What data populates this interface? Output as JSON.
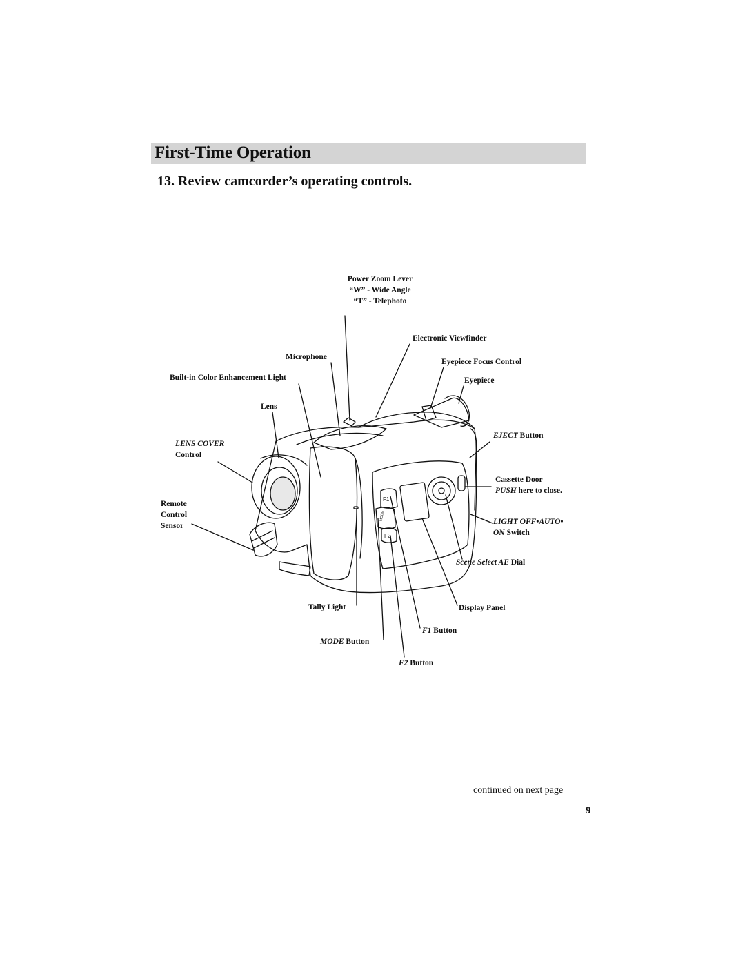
{
  "header": {
    "section_title": "First-Time Operation",
    "step_heading": "13. Review camcorder’s operating controls."
  },
  "labels": {
    "power_zoom_1": "Power Zoom Lever",
    "power_zoom_2": "“W” - Wide Angle",
    "power_zoom_3": "“T” - Telephoto",
    "electronic_viewfinder": "Electronic Viewfinder",
    "microphone": "Microphone",
    "eyepiece_focus": "Eyepiece Focus Control",
    "color_light": "Built-in Color Enhancement Light",
    "eyepiece": "Eyepiece",
    "lens": "Lens",
    "eject_italic": "EJECT",
    "eject_rest": " Button",
    "lens_cover_italic": "LENS COVER",
    "lens_cover_rest": "Control",
    "cassette_door": "Cassette Door",
    "push_italic": "PUSH",
    "push_rest": " here to close.",
    "remote_1": "Remote",
    "remote_2": "Control",
    "remote_3": "Sensor",
    "light_switch_italic": "LIGHT OFF•AUTO•",
    "on_italic": "ON",
    "on_rest": " Switch",
    "scene_italic": "Scene Select AE",
    "scene_rest": " Dial",
    "tally": "Tally Light",
    "display_panel": "Display Panel",
    "f1_italic": "F1",
    "f1_rest": " Button",
    "mode_italic": "MODE",
    "mode_rest": " Button",
    "f2_italic": "F2",
    "f2_rest": " Button"
  },
  "camera_markings": {
    "f1": "F1",
    "mode": "MODE",
    "f2": "F2"
  },
  "footer": {
    "continued": "continued on next page",
    "page_number": "9"
  }
}
